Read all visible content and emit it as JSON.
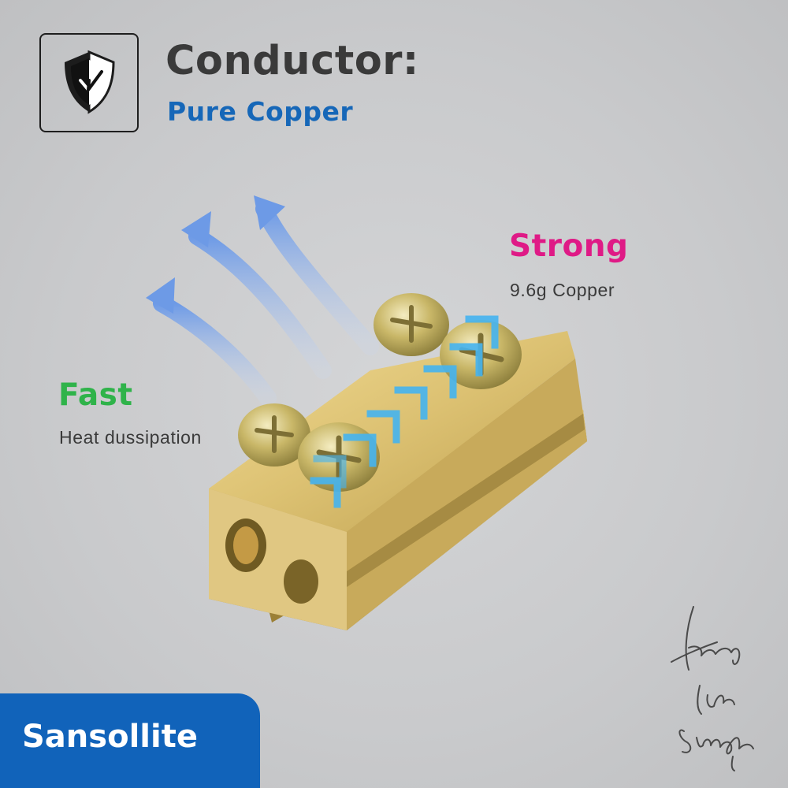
{
  "header": {
    "title": "Conductor:",
    "subtitle": "Pure Copper"
  },
  "features": {
    "strong": {
      "title": "Strong",
      "detail": "9.6g Copper"
    },
    "fast": {
      "title": "Fast",
      "detail": "Heat dussipation"
    }
  },
  "brand": {
    "name": "Sansollite"
  },
  "signature": {
    "text": "keep life simple"
  },
  "icons": {
    "badge": "shield-check-icon",
    "heat": "heat-flow-arrows-icon",
    "strength": "inward-chevron-arrows-icon"
  },
  "colors": {
    "title": "#3a3a3a",
    "subtitle": "#1667b8",
    "strong": "#df1a86",
    "fast": "#2fb34a",
    "brand_bg": "#1163ba",
    "heat_arrow": "#6d9ae6",
    "chevron": "#45b4f0",
    "brass": "#d6bd6e"
  }
}
